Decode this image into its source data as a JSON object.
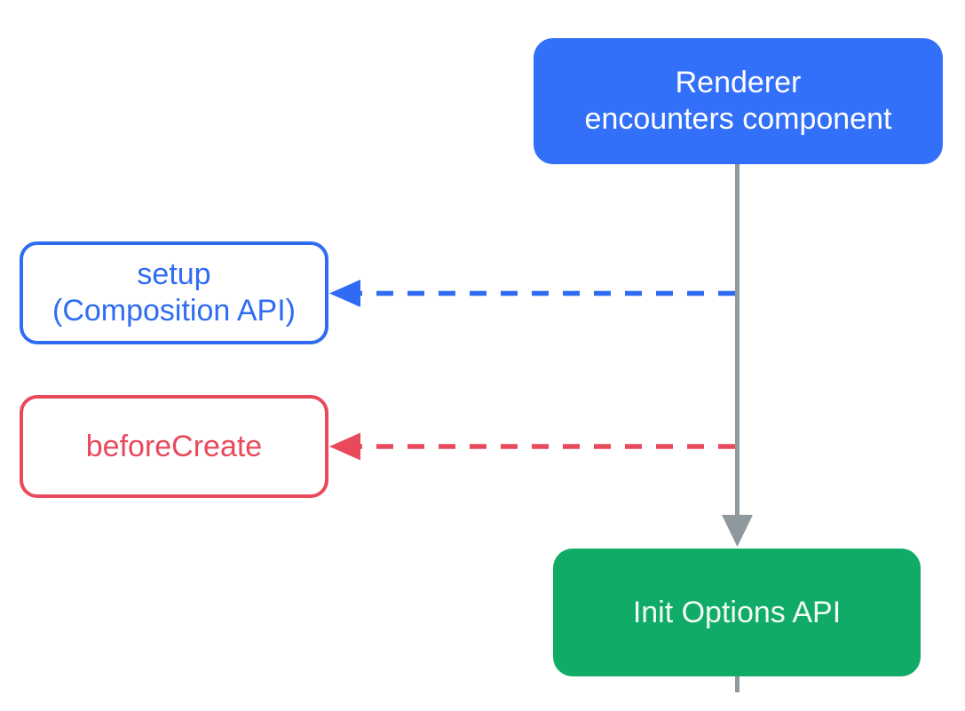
{
  "nodes": {
    "renderer": {
      "line1": "Renderer",
      "line2": "encounters component"
    },
    "setup": {
      "line1": "setup",
      "line2": "(Composition API)"
    },
    "before_create": {
      "label": "beforeCreate"
    },
    "init_options": {
      "label": "Init Options API"
    }
  },
  "edges": {
    "main_flow": {
      "from": "renderer",
      "to": "init_options",
      "style": "solid",
      "arrow": "down"
    },
    "setup_branch": {
      "from": "main_flow",
      "to": "setup",
      "style": "dashed",
      "arrow": "left"
    },
    "before_create_branch": {
      "from": "main_flow",
      "to": "before_create",
      "style": "dashed",
      "arrow": "left"
    }
  },
  "colors": {
    "renderer_fill": "#3370fa",
    "setup_blue": "#2f6cf3",
    "before_create_red": "#e8495b",
    "init_options_green": "#10ab66",
    "connector_gray": "#8e989d",
    "light_text": "#ffffff",
    "background": "#ffffff"
  }
}
